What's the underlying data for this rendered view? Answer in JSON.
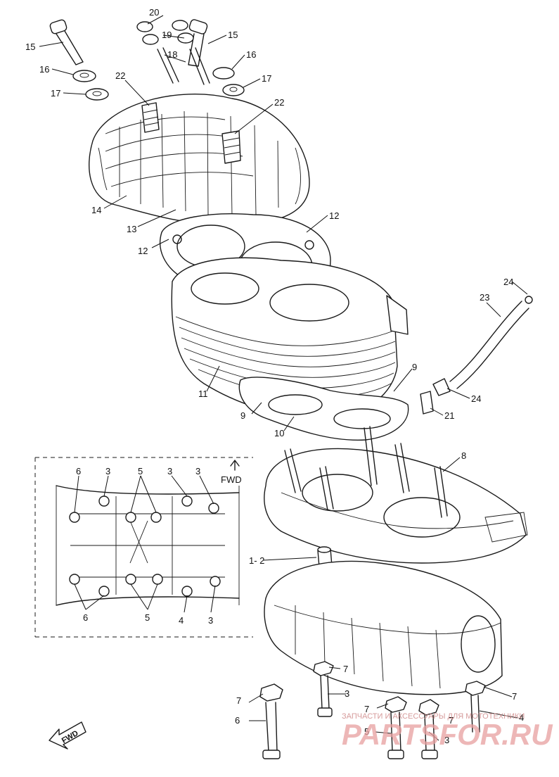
{
  "diagram": {
    "callouts": {
      "c15a": "15",
      "c15b": "15",
      "c16a": "16",
      "c16b": "16",
      "c17a": "17",
      "c17b": "17",
      "c18": "18",
      "c19": "19",
      "c20": "20",
      "c22a": "22",
      "c22b": "22",
      "c14": "14",
      "c13": "13",
      "c12a": "12",
      "c12b": "12",
      "c11": "11",
      "c9a": "9",
      "c9b": "9",
      "c10": "10",
      "c24a": "24",
      "c24b": "24",
      "c23": "23",
      "c21": "21",
      "c8": "8",
      "c12dash": "1- 2",
      "c7a": "7",
      "c7b": "7",
      "c7c": "7",
      "c7d": "7",
      "c7e": "7",
      "c6b": "6",
      "c3b": "3",
      "c3c": "3",
      "c5b": "5",
      "c4b": "4"
    },
    "inset": {
      "fwd_label": "FWD",
      "top_labels": [
        "6",
        "3",
        "5",
        "3",
        "3"
      ],
      "bottom_labels": [
        "6",
        "5",
        "4",
        "3"
      ]
    },
    "fwd_arrow_label": "FWD"
  },
  "watermark": {
    "brand": "PARTSFOR.RU",
    "tagline": "ЗАПЧАСТИ И АКСЕССУАРЫ ДЛЯ МОТОТЕХНИКИ"
  }
}
